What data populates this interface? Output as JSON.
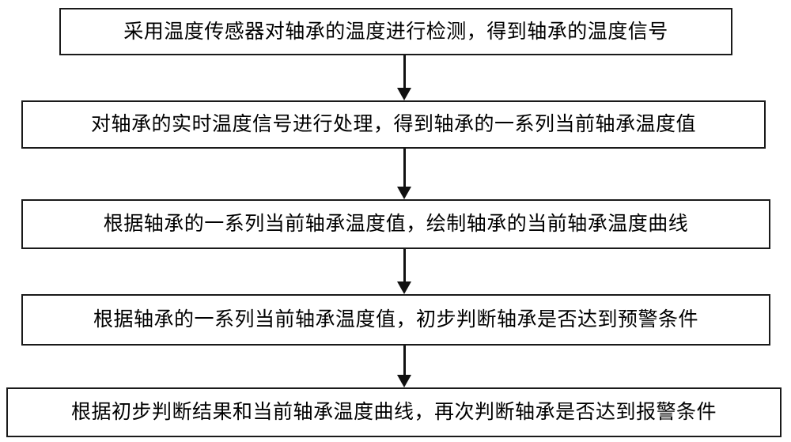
{
  "diagram": {
    "type": "flowchart",
    "orientation": "vertical",
    "background_color": "#ffffff",
    "border_color": "#1a1a1a",
    "text_color": "#000000",
    "nodes": [
      {
        "id": "step-1",
        "label": "采用温度传感器对轴承的温度进行检测，得到轴承的温度信号"
      },
      {
        "id": "step-2",
        "label": "对轴承的实时温度信号进行处理，得到轴承的一系列当前轴承温度值"
      },
      {
        "id": "step-3",
        "label": "根据轴承的一系列当前轴承温度值，绘制轴承的当前轴承温度曲线"
      },
      {
        "id": "step-4",
        "label": "根据轴承的一系列当前轴承温度值，初步判断轴承是否达到预警条件"
      },
      {
        "id": "step-5",
        "label": "根据初步判断结果和当前轴承温度曲线，再次判断轴承是否达到报警条件"
      }
    ],
    "connectors": [
      {
        "id": "arrow-1-2",
        "from": "step-1",
        "to": "step-2"
      },
      {
        "id": "arrow-2-3",
        "from": "step-2",
        "to": "step-3"
      },
      {
        "id": "arrow-3-4",
        "from": "step-3",
        "to": "step-4"
      },
      {
        "id": "arrow-4-5",
        "from": "step-4",
        "to": "step-5"
      }
    ]
  }
}
